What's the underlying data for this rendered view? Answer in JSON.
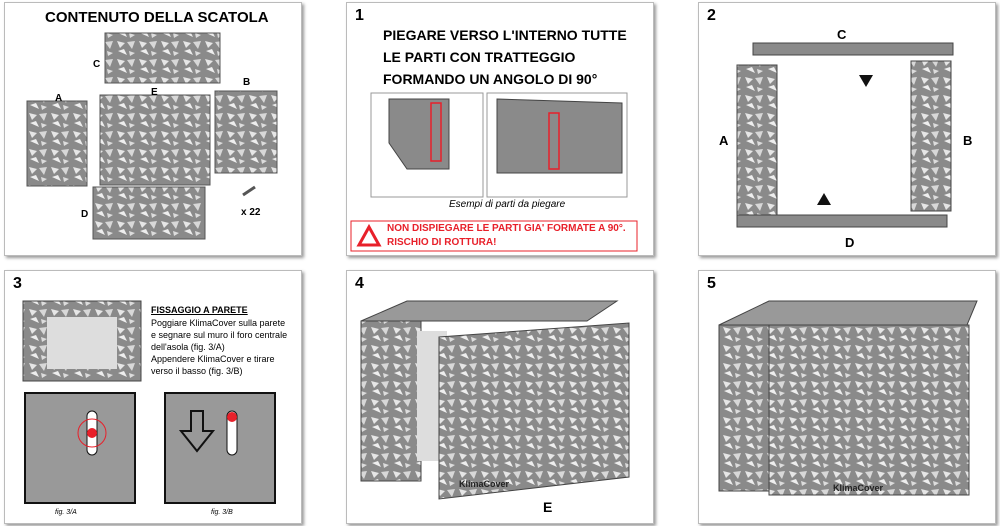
{
  "box": {
    "title": "CONTENUTO DELLA SCATOLA",
    "labels": [
      "A",
      "B",
      "C",
      "D",
      "E"
    ],
    "screws": "x 22"
  },
  "step1": {
    "num": "1",
    "title": [
      "PIEGARE VERSO L'INTERNO TUTTE",
      "LE PARTI CON TRATTEGGIO",
      "FORMANDO UN ANGOLO DI 90°"
    ],
    "caption": "Esempi di parti da piegare",
    "warning": [
      "NON DISPIEGARE LE PARTI GIA' FORMATE A 90°.",
      "RISCHIO DI ROTTURA!"
    ]
  },
  "step2": {
    "num": "2",
    "labels": {
      "a": "A",
      "b": "B",
      "c": "C",
      "d": "D"
    }
  },
  "step3": {
    "num": "3",
    "heading": "FISSAGGIO A PARETE",
    "lines": [
      "Poggiare KlimaCover sulla parete",
      "e segnare sul muro il foro centrale",
      "dell'asola (fig. 3/A)",
      "Appendere KlimaCover e tirare",
      "verso il basso (fig. 3/B)"
    ],
    "figA": "fig. 3/A",
    "figB": "fig. 3/B"
  },
  "step4": {
    "num": "4",
    "label": "E",
    "brand": "KlimaCover"
  },
  "step5": {
    "num": "5",
    "brand": "KlimaCover"
  },
  "colors": {
    "metal": "#8a8a8a",
    "warning": "#e8202a"
  }
}
